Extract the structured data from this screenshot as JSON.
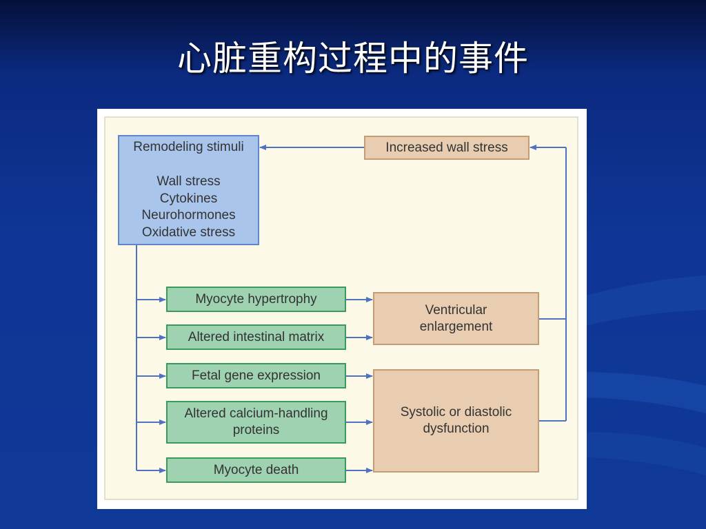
{
  "slide": {
    "title": "心脏重构过程中的事件"
  },
  "diagram": {
    "stimuli": {
      "title": "Remodeling stimuli",
      "items": [
        "Wall stress",
        "Cytokines",
        "Neurohormones",
        "Oxidative stress"
      ]
    },
    "wall_stress_box": "Increased wall stress",
    "processes": [
      [
        "Myocyte hypertrophy"
      ],
      [
        "Altered intestinal matrix"
      ],
      [
        "Fetal gene expression"
      ],
      [
        "Altered calcium-handling",
        "proteins"
      ],
      [
        "Myocyte death"
      ]
    ],
    "outcomes": [
      [
        "Ventricular",
        "enlargement"
      ],
      [
        "Systolic or diastolic",
        "dysfunction"
      ]
    ],
    "colors": {
      "stimuli_fill": "#a9c5ec",
      "process_fill": "#9ed2b1",
      "outcome_fill": "#e8cdb1",
      "connector": "#4f72c0"
    }
  }
}
